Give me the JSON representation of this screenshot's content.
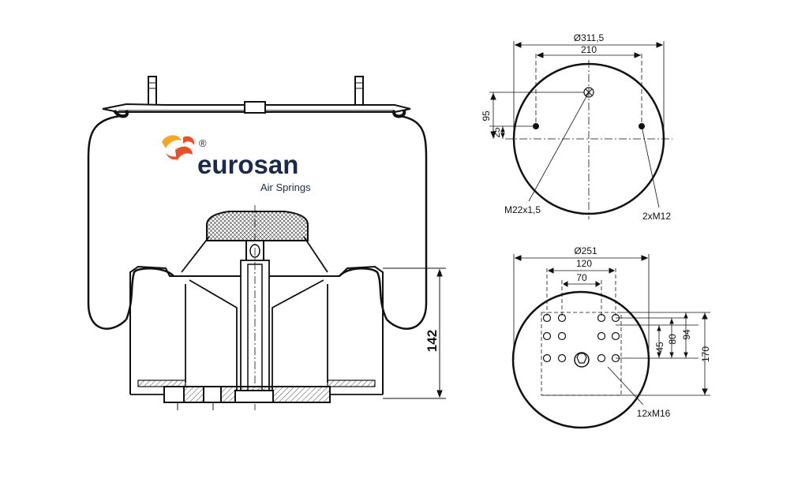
{
  "brand": {
    "name": "eurosan",
    "tagline": "Air Springs",
    "registered": "®",
    "colors": {
      "navy": "#1b2a4a",
      "orange": "#e8502a",
      "yellow": "#f5a623"
    }
  },
  "side_view": {
    "height_label": "142"
  },
  "top_plate": {
    "diameter_label": "Ø311,5",
    "bolt_spacing_label": "210",
    "offset_95_label": "95",
    "offset_25_label": "25",
    "thread_label": "M22x1,5",
    "bolts_label": "2xM12"
  },
  "bottom_plate": {
    "diameter_label": "Ø251",
    "width_120_label": "120",
    "width_70_label": "70",
    "height_45_label": "45",
    "height_80_label": "80",
    "height_94_label": "94",
    "height_170_label": "170",
    "holes_label": "12xM16"
  }
}
